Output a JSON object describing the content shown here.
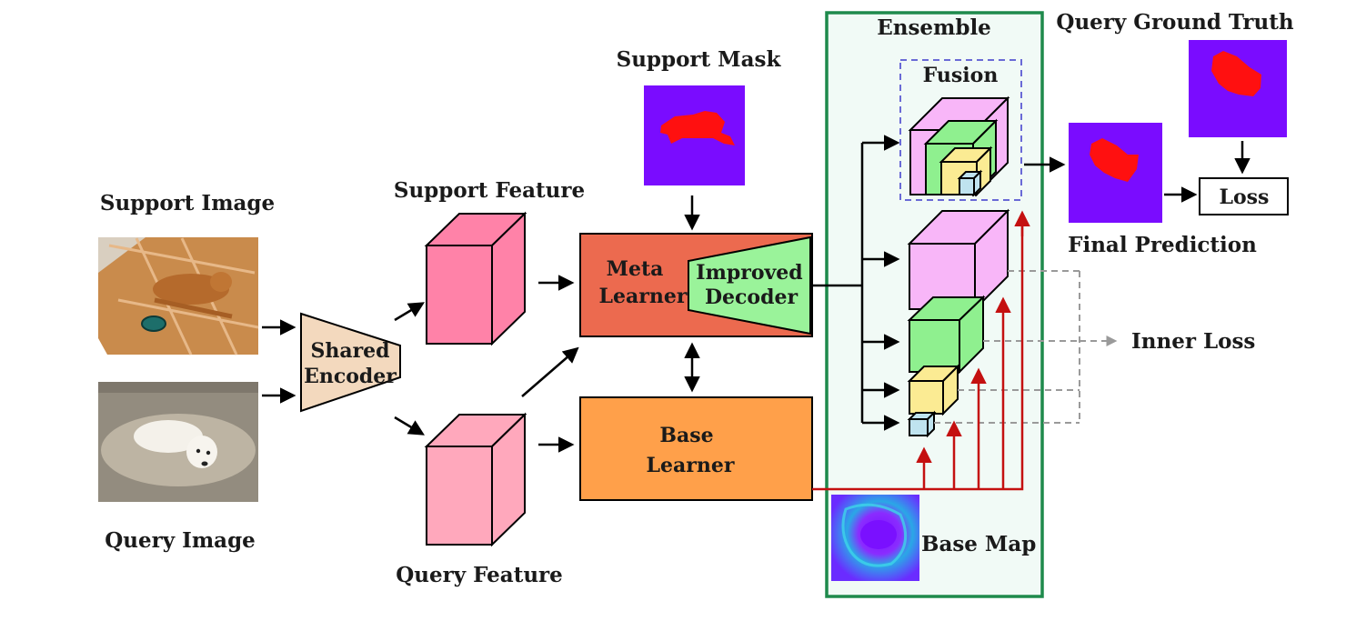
{
  "labels": {
    "support_image": "Support Image",
    "query_image": "Query Image",
    "shared_encoder_line1": "Shared",
    "shared_encoder_line2": "Encoder",
    "support_feature": "Support Feature",
    "query_feature": "Query Feature",
    "support_mask": "Support Mask",
    "meta_learner_line1": "Meta",
    "meta_learner_line2": "Learner",
    "improved_decoder_line1": "Improved",
    "improved_decoder_line2": "Decoder",
    "base_learner_line1": "Base",
    "base_learner_line2": "Learner",
    "ensemble": "Ensemble",
    "fusion": "Fusion",
    "query_ground_truth": "Query Ground Truth",
    "final_prediction": "Final Prediction",
    "loss": "Loss",
    "inner_loss": "Inner Loss",
    "base_map": "Base Map"
  },
  "colors": {
    "encoder": "#f3d9be",
    "support_feature": "#ff82a8",
    "query_feature": "#ffa8bc",
    "meta_learner": "#ec6a4f",
    "decoder": "#9af39a",
    "base_learner": "#ffa04a",
    "ensemble_border": "#1e8a4c",
    "ensemble_fill": "#f1faf6",
    "fusion_border": "#6a6ad6",
    "cube_pink": "#f8b6f8",
    "cube_green": "#8ff08f",
    "cube_yellow": "#fbeb93",
    "cube_blue": "#bfe3ef",
    "mask_bg": "#7a0cff",
    "mask_fg": "#ff1010",
    "red_arrow": "#c41010",
    "gray_dash": "#9a9a9a"
  }
}
